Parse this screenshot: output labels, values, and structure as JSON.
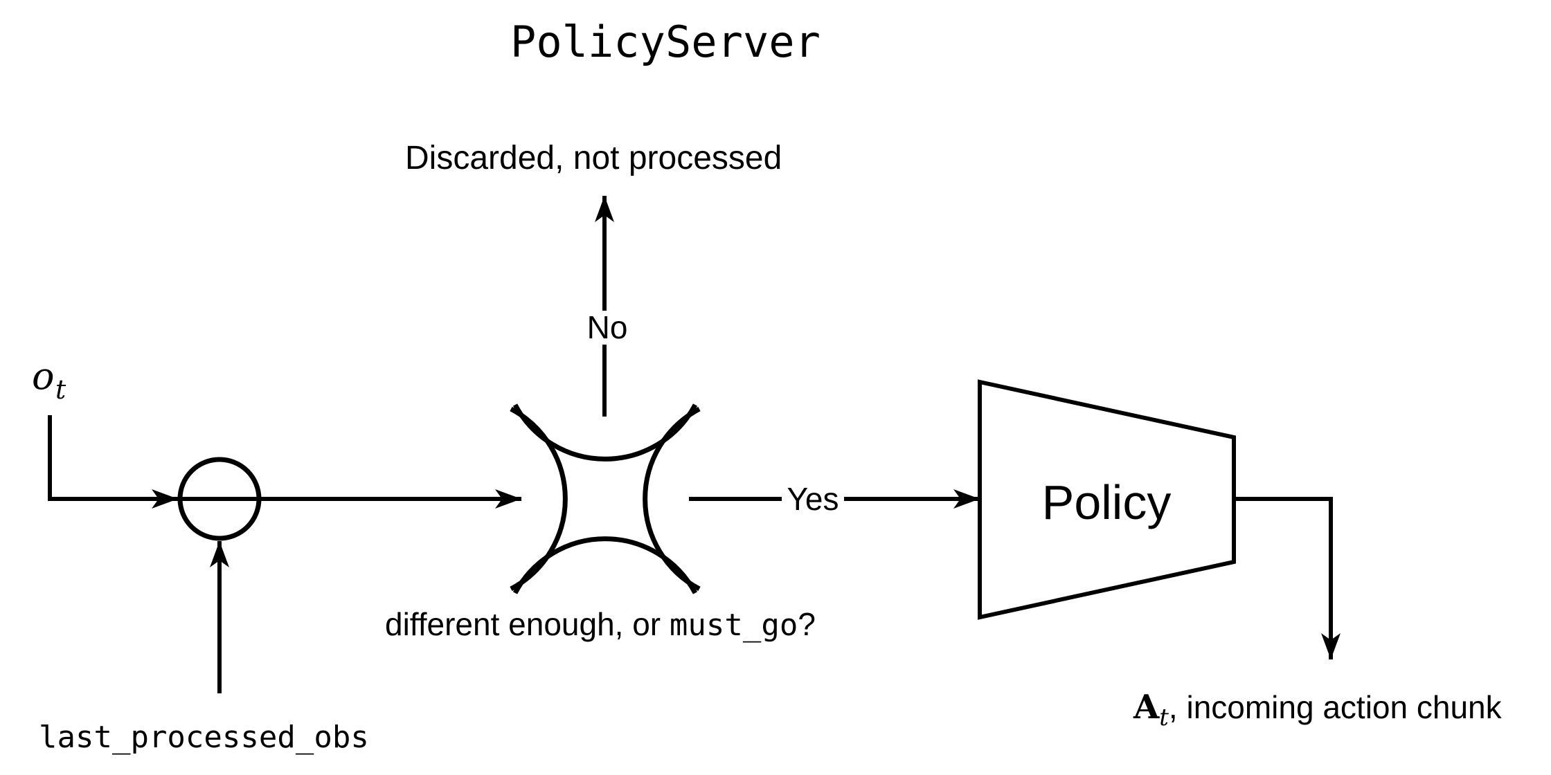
{
  "page": {
    "background_color": "#ffffff",
    "ink_color": "#000000"
  },
  "diagram": {
    "title": "PolicyServer",
    "labels": {
      "discarded": "Discarded, not processed",
      "no": "No",
      "yes": "Yes",
      "observation_symbol": "o",
      "observation_subscript": "t",
      "last_processed_obs": "last_processed_obs",
      "condition_prefix": "different enough, or ",
      "condition_code": "must_go",
      "condition_suffix": "?",
      "policy": "Policy",
      "action_symbol": "A",
      "action_subscript": "t",
      "action_suffix": ", incoming action chunk"
    }
  }
}
